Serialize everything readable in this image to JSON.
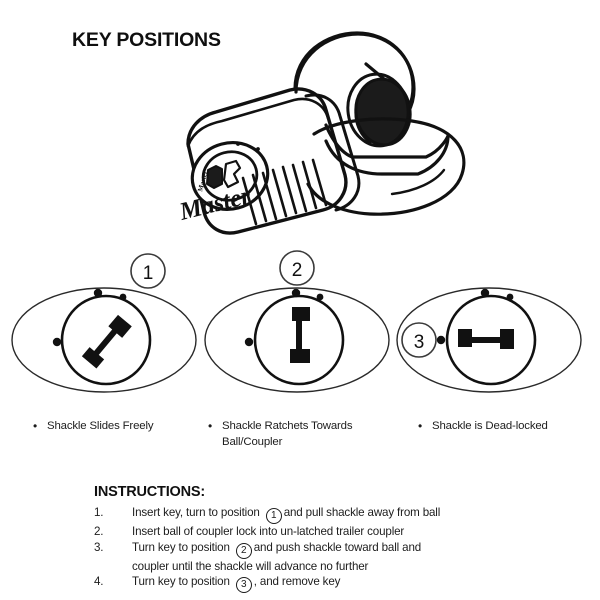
{
  "page": {
    "title": "KEY POSITIONS",
    "background_color": "#ffffff",
    "ink_color": "#1a1a1a"
  },
  "illustration": {
    "name": "master-lock-coupler-lock-drawing",
    "brand_text": "Master",
    "description": "Line drawing of a Master trailer coupler lock mounted on a hitch ball"
  },
  "dials": [
    {
      "number": "1",
      "keyhole": "key-rotated-45",
      "caption": "Shackle Slides Freely"
    },
    {
      "number": "2",
      "keyhole": "key-vertical",
      "caption_line1": "Shackle Ratchets Towards",
      "caption_line2": "Ball/Coupler"
    },
    {
      "number": "3",
      "keyhole": "key-horizontal",
      "caption": "Shackle is Dead-locked"
    }
  ],
  "captions": {
    "bullet": "•",
    "c1": "Shackle Slides Freely",
    "c2_line1": "Shackle Ratchets Towards",
    "c2_line2": "Ball/Coupler",
    "c3": "Shackle is Dead-locked"
  },
  "instructions": {
    "heading": "INSTRUCTIONS:",
    "steps": [
      {
        "num": "1.",
        "pre": "Insert key, turn to position",
        "circle": "1",
        "post": "and pull shackle away from ball",
        "line2": ""
      },
      {
        "num": "2.",
        "pre": "Insert ball of coupler lock into un-latched trailer coupler",
        "circle": "",
        "post": "",
        "line2": ""
      },
      {
        "num": "3.",
        "pre": "Turn key to position",
        "circle": "2",
        "post": "and push shackle toward ball and",
        "line2": "coupler until the shackle will advance no further"
      },
      {
        "num": "4.",
        "pre": "Turn key to position",
        "circle": "3",
        "post": ", and remove key",
        "line2": ""
      }
    ]
  }
}
